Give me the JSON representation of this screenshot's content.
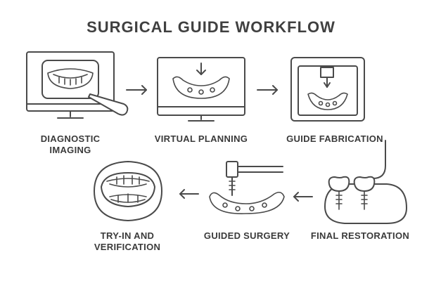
{
  "title": "SURGICAL GUIDE WORKFLOW",
  "steps": [
    {
      "label_line1": "DIAGNOSTIC",
      "label_line2": "IMAGING",
      "icon": "monitor-with-pen-icon"
    },
    {
      "label_line1": "VIRTUAL PLANNING",
      "label_line2": "",
      "icon": "monitor-planning-icon"
    },
    {
      "label_line1": "GUIDE FABRICATION",
      "label_line2": "",
      "icon": "3d-printer-icon"
    },
    {
      "label_line1": "FINAL RESTORATION",
      "label_line2": "",
      "icon": "implant-crowns-icon"
    },
    {
      "label_line1": "GUIDED SURGERY",
      "label_line2": "",
      "icon": "drill-guide-icon"
    },
    {
      "label_line1": "TRY-IN AND",
      "label_line2": "VERIFICATION",
      "icon": "open-mouth-icon"
    }
  ],
  "colors": {
    "stroke": "#4a4a4a",
    "text": "#3a3a3a",
    "background": "#ffffff"
  }
}
